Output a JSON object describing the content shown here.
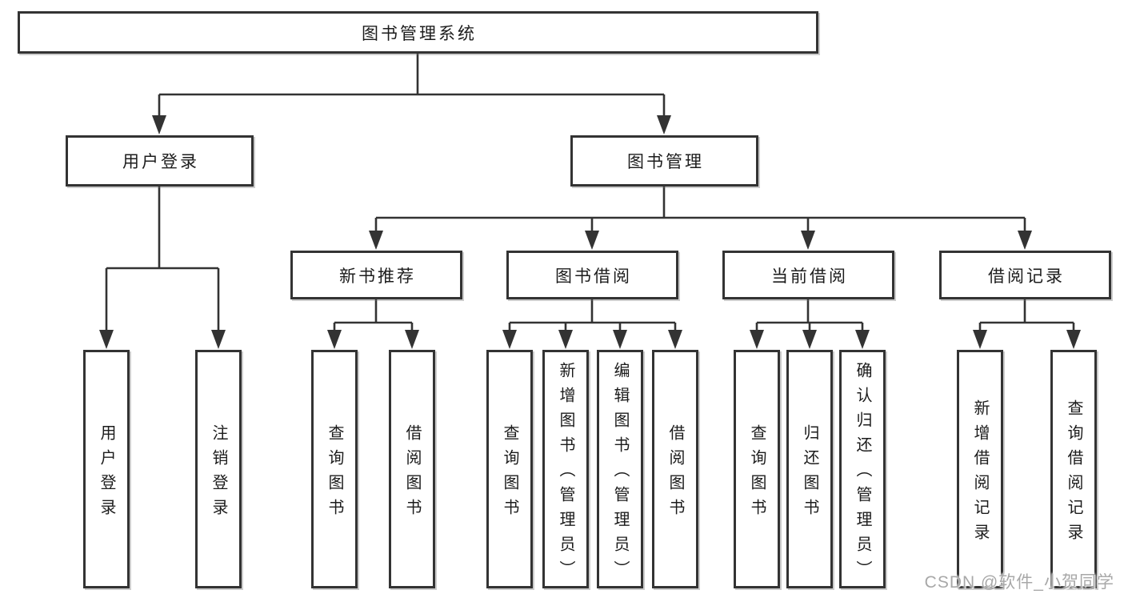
{
  "root": {
    "label": "图书管理系统"
  },
  "branches": [
    {
      "label": "用户登录",
      "children": [
        {
          "label": "用户登录"
        },
        {
          "label": "注销登录"
        }
      ]
    },
    {
      "label": "图书管理",
      "sections": [
        {
          "label": "新书推荐",
          "children": [
            {
              "label": "查询图书"
            },
            {
              "label": "借阅图书"
            }
          ]
        },
        {
          "label": "图书借阅",
          "children": [
            {
              "label": "查询图书"
            },
            {
              "label": "新增图书（管理员）"
            },
            {
              "label": "编辑图书（管理员）"
            },
            {
              "label": "借阅图书"
            }
          ]
        },
        {
          "label": "当前借阅",
          "children": [
            {
              "label": "查询图书"
            },
            {
              "label": "归还图书"
            },
            {
              "label": "确认归还（管理员）"
            }
          ]
        },
        {
          "label": "借阅记录",
          "children": [
            {
              "label": "新增借阅记录"
            },
            {
              "label": "查询借阅记录"
            }
          ]
        }
      ]
    }
  ],
  "watermark": {
    "text": "CSDN @软件_小贺同学"
  },
  "colors": {
    "line": "#333333",
    "box_border": "#333333",
    "text": "#1c1c1c",
    "watermark": "#a8a8a8",
    "background": "#ffffff"
  }
}
